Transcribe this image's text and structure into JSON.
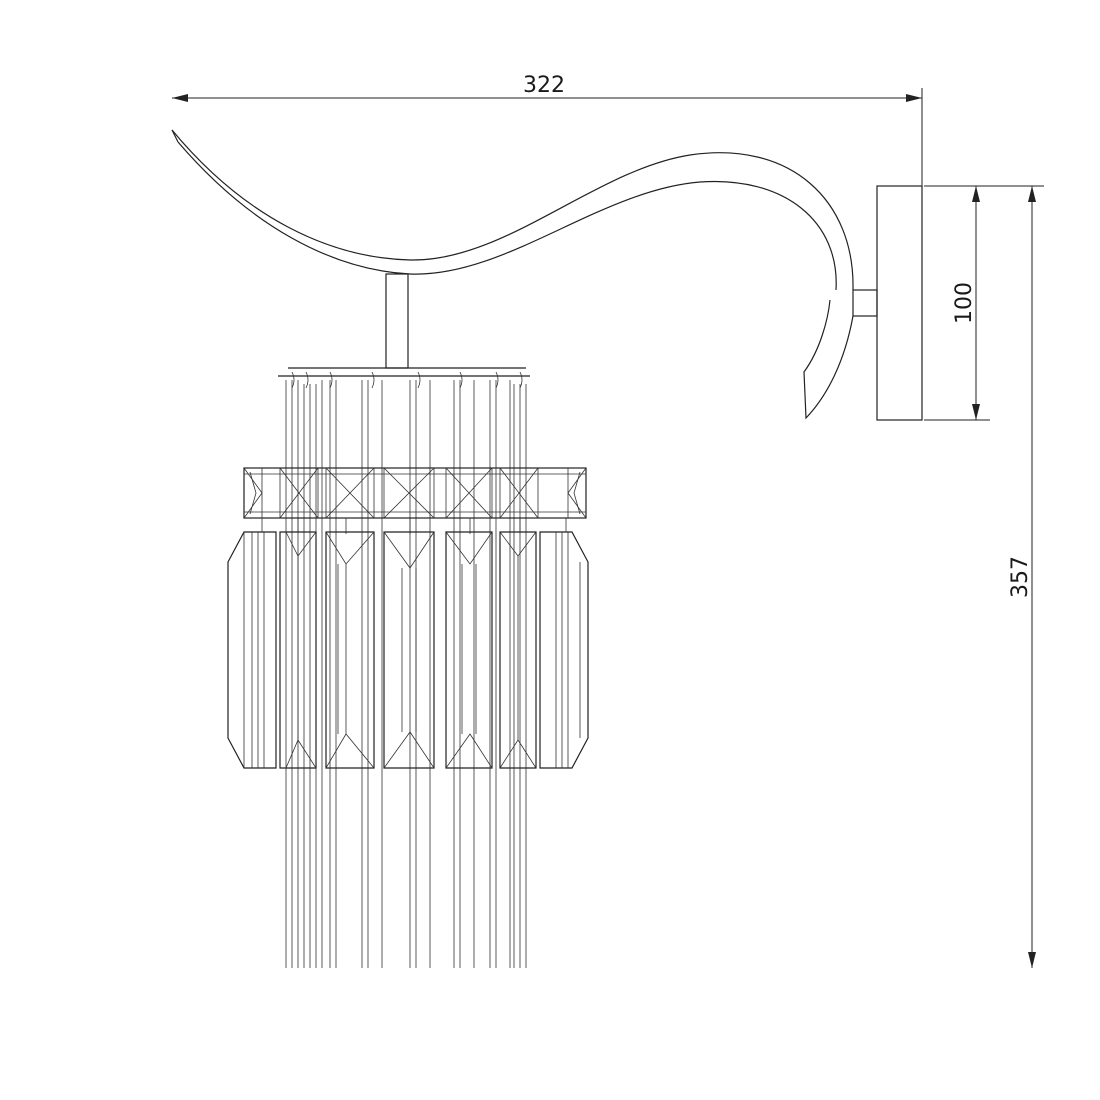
{
  "dimensions": {
    "width": {
      "value": "322"
    },
    "mount_height": {
      "value": "100"
    },
    "total_height": {
      "value": "357"
    }
  },
  "colors": {
    "line": "#222222",
    "background": "#ffffff"
  }
}
